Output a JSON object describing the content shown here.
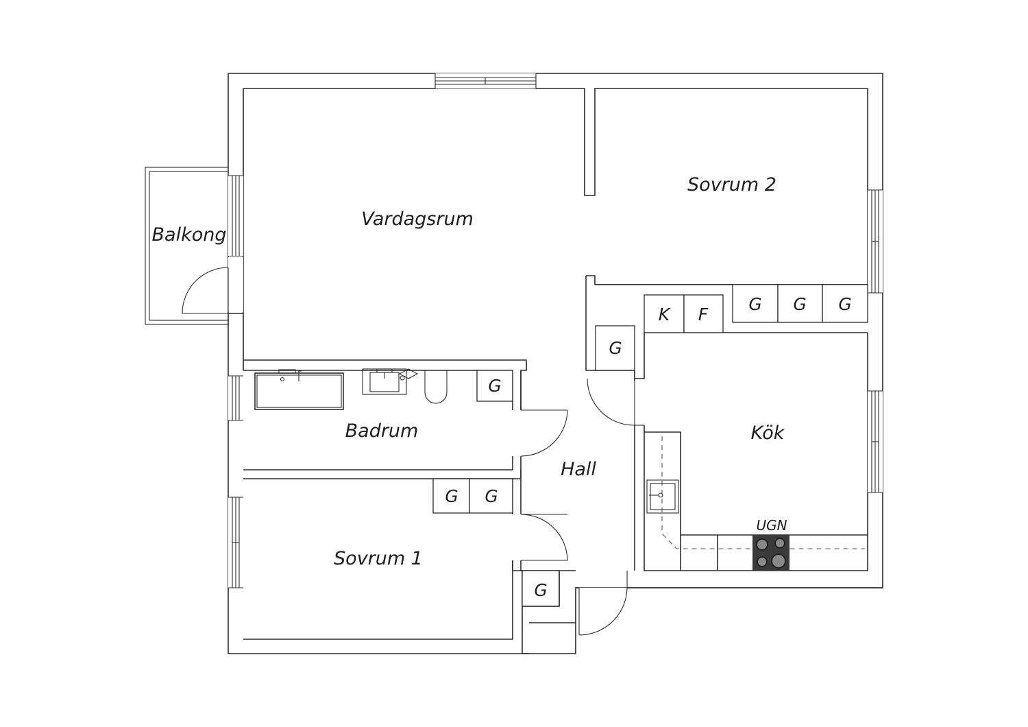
{
  "rooms": {
    "vardagsrum": "Vardagsrum",
    "sovrum2": "Sovrum 2",
    "balkong": "Balkong",
    "badrum": "Badrum",
    "hall": "Hall",
    "kok": "Kök",
    "sovrum1": "Sovrum 1"
  },
  "units": {
    "g": "G",
    "k": "K",
    "f": "F",
    "ugn": "UGN"
  },
  "colors": {
    "line": "#2b2b2b",
    "hob": "#3a3a3a",
    "background": "#ffffff"
  }
}
